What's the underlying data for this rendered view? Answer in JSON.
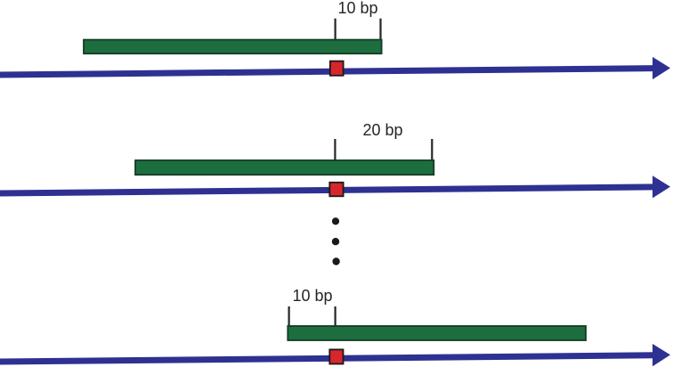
{
  "diagram": {
    "description": "Probe offset diagram: green probe bars shifted along blue sequence arrows relative to a red marker site, with bracketed distances",
    "background": "#ffffff",
    "colors": {
      "arrow_blue": "#2e3192",
      "bar_green_fill": "#1d6e3f",
      "bar_green_border": "#143a26",
      "marker_red_fill": "#d7262c",
      "marker_red_border": "#1a1a1a",
      "tick_color": "#262626",
      "text_color": "#262626",
      "dot_color": "#1a1a1a"
    },
    "rows": [
      {
        "label": "10 bp"
      },
      {
        "label": "20 bp"
      },
      {
        "label": "10 bp"
      }
    ],
    "ellipsis": {
      "style": "vertical-dots",
      "count": 3
    }
  }
}
